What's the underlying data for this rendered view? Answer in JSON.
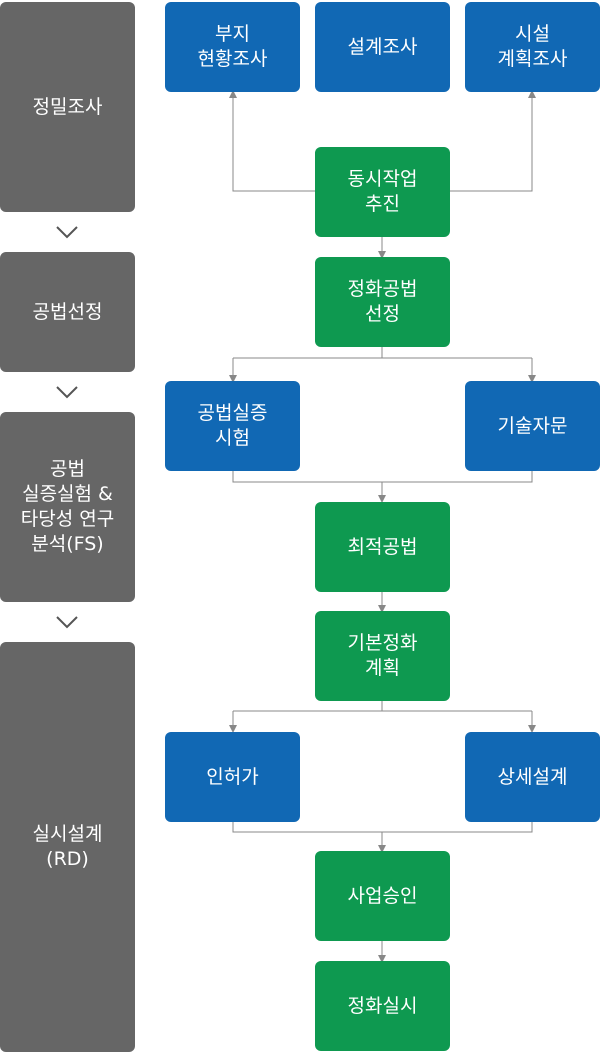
{
  "stages": [
    {
      "label": "정밀조사"
    },
    {
      "label": "공법선정"
    },
    {
      "label": "공법\n실증실험 &\n타당성 연구\n분석(FS)"
    },
    {
      "label": "실시설계\n(RD)"
    }
  ],
  "nodes": {
    "site_survey": "부지\n현황조사",
    "design_survey": "설계조사",
    "facility_survey": "시설\n계획조사",
    "concurrent_work": "동시작업\n추진",
    "method_selection": "정화공법\n선정",
    "method_test": "공법실증\n시험",
    "tech_advice": "기술자문",
    "optimal_method": "최적공법",
    "basic_plan": "기본정화\n계획",
    "permit": "인허가",
    "detailed_design": "상세설계",
    "business_approval": "사업승인",
    "remediation": "정화실시"
  },
  "colors": {
    "stage": "#666666",
    "blue": "#1168b4",
    "green": "#0e9950",
    "line": "#888888"
  }
}
